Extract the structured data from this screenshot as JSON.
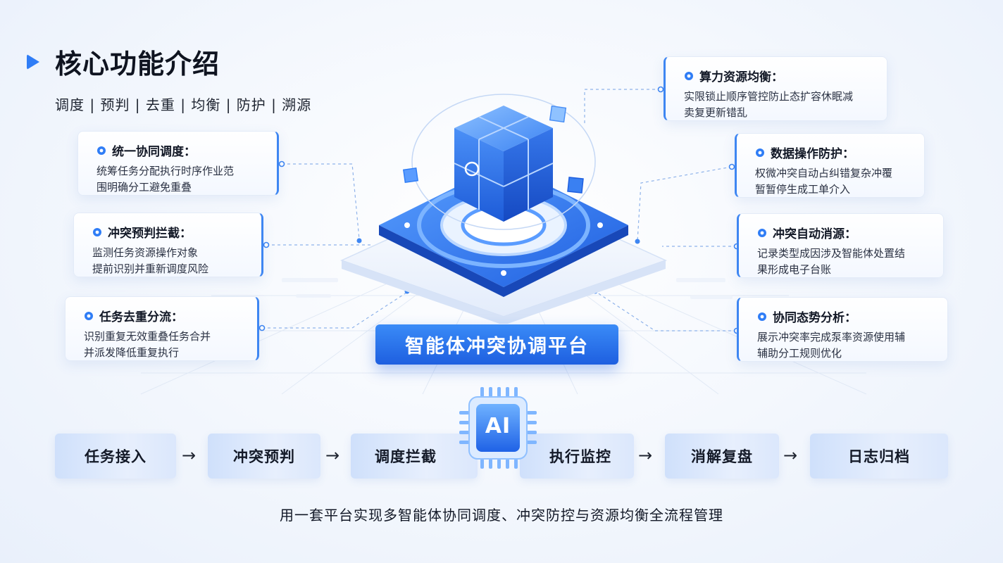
{
  "header": {
    "title": "核心功能介绍",
    "subtitle": "调度 | 预判 | 去重 | 均衡 | 防护 | 溯源"
  },
  "left_features": [
    {
      "title": "统一协同调度：",
      "desc_line1": "统筹任务分配执行时序作业范",
      "desc_line2": "围明确分工避免重叠"
    },
    {
      "title": "冲突预判拦截：",
      "desc_line1": "监测任务资源操作对象",
      "desc_line2": "提前识别并重新调度风险"
    },
    {
      "title": "任务去重分流：",
      "desc_line1": "识别重复无效重叠任务合并",
      "desc_line2": "并派发降低重复执行"
    }
  ],
  "right_features": [
    {
      "title": "算力资源均衡：",
      "desc_line1": "实限锁止顺序管控防止态扩容休眠减",
      "desc_line2": "卖复更新错乱"
    },
    {
      "title": "数据操作防护：",
      "desc_line1": "权微冲突自动占纠错复杂冲覆",
      "desc_line2": "暂暂停生成工单介入"
    },
    {
      "title": "冲突自动消源：",
      "desc_line1": "记录类型成因涉及智能体处置结",
      "desc_line2": "果形成电子台账"
    },
    {
      "title": "协同态势分析：",
      "desc_line1": "展示冲突率完成泵率资源使用辅",
      "desc_line2": "辅助分工规则优化"
    }
  ],
  "platform": {
    "label": "智能体冲突协调平台"
  },
  "flow": {
    "steps": [
      "任务接入",
      "冲突预判",
      "调度拦截",
      "执行监控",
      "消解复盘",
      "日志归档"
    ],
    "arrow": "→",
    "chip_label": "AI"
  },
  "footer": {
    "text": "用一套平台实现多智能体协同调度、冲突防控与资源均衡全流程管理"
  },
  "colors": {
    "accent": "#2f7df6",
    "accent_dark": "#1e5fe0",
    "card_border": "#3e86f2"
  }
}
